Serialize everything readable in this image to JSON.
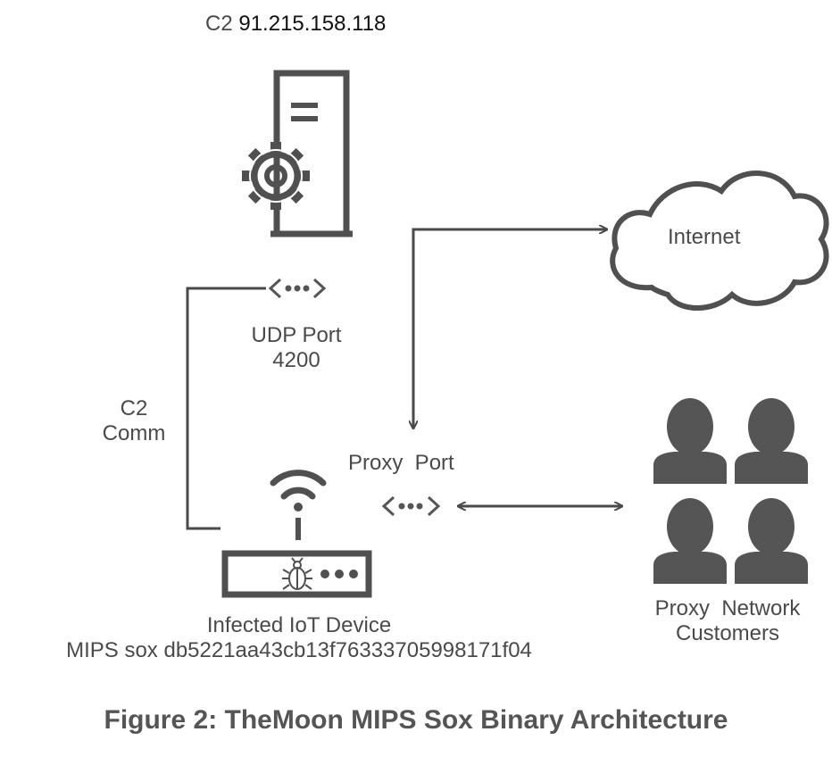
{
  "c2": {
    "label": "C2",
    "ip": "91.215.158.118"
  },
  "udp_port": {
    "line1": "UDP Port",
    "line2": "4200"
  },
  "c2_comm": {
    "line1": "C2",
    "line2": "Comm"
  },
  "proxy_port": {
    "label": "Proxy  Port"
  },
  "internet": {
    "label": "Internet"
  },
  "device": {
    "line1": "Infected IoT Device",
    "line2": "MIPS sox db5221aa43cb13f76333705998171f04"
  },
  "customers": {
    "line1": "Proxy  Network",
    "line2": "Customers"
  },
  "caption": "Figure 2: TheMoon MIPS Sox Binary Architecture",
  "colors": {
    "ink": "#4a4a4a",
    "icon": "#555555"
  }
}
